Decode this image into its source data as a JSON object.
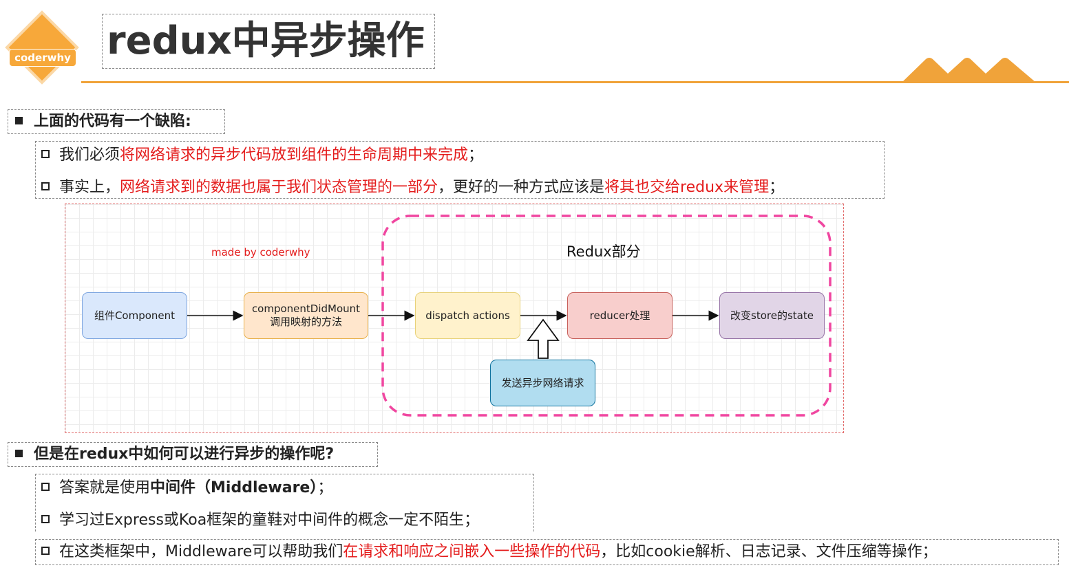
{
  "header": {
    "logo_text": "coderwhy",
    "title": "redux中异步操作"
  },
  "section1": {
    "heading": "上面的代码有一个缺陷:",
    "items": [
      {
        "parts": [
          "我们必须",
          "将网络请求的异步代码放到组件的生命周期中来完成",
          "；"
        ]
      },
      {
        "parts": [
          "事实上，",
          "网络请求到的数据也属于我们状态管理的一部分",
          "，更好的一种方式应该是",
          "将其也交给redux来管理",
          "；"
        ]
      }
    ]
  },
  "diagram": {
    "watermark": "made by coderwhy",
    "redux_label": "Redux部分",
    "nodes": {
      "component": "组件Component",
      "did_mount_line1": "componentDidMount",
      "did_mount_line2": "调用映射的方法",
      "dispatch": "dispatch actions",
      "reducer": "reducer处理",
      "store": "改变store的state",
      "network": "发送异步网络请求"
    },
    "colors": {
      "component": "#dae8fc",
      "did_mount": "#ffe6cc",
      "dispatch": "#fff2cc",
      "reducer": "#f8cecc",
      "store": "#e1d5e7",
      "network": "#b1ddf0",
      "redux_border": "#f046a0"
    }
  },
  "section2": {
    "heading": "但是在redux中如何可以进行异步的操作呢?",
    "items": [
      {
        "parts": [
          "答案就是使用",
          "中间件（Middleware）",
          "；"
        ]
      },
      {
        "parts": [
          "学习过Express或Koa框架的童鞋对中间件的概念一定不陌生；"
        ]
      },
      {
        "parts": [
          "在这类框架中，Middleware可以帮助我们",
          "在请求和响应之间嵌入一些操作的代码",
          "，比如cookie解析、日志记录、文件压缩等操作；"
        ]
      }
    ]
  },
  "colors": {
    "accent": "#f0a33a",
    "highlight": "#e41d1d"
  }
}
